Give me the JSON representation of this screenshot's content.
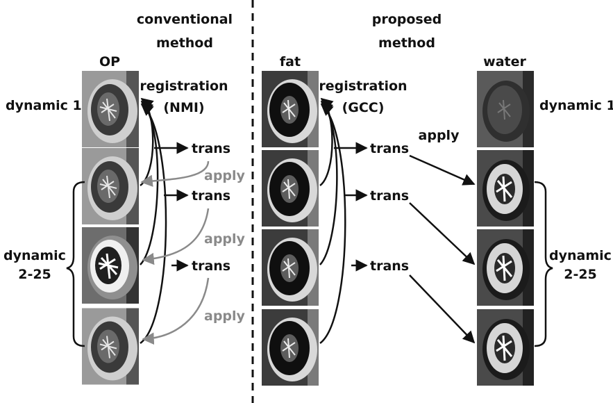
{
  "left": {
    "heading_line1": "conventional",
    "heading_line2": "method",
    "column_title": "OP",
    "registration_line1": "registration",
    "registration_line2": "(NMI)",
    "dynamic1_label": "dynamic 1",
    "dynamic_range_line1": "dynamic",
    "dynamic_range_line2": "2-25",
    "trans_label": "trans",
    "apply_label": "apply"
  },
  "right": {
    "heading_line1": "proposed",
    "heading_line2": "method",
    "fat_title": "fat",
    "water_title": "water",
    "registration_line1": "registration",
    "registration_line2": "(GCC)",
    "apply_label": "apply",
    "trans_label": "trans",
    "dynamic1_label": "dynamic 1",
    "dynamic_range_line1": "dynamic",
    "dynamic_range_line2": "2-25"
  },
  "colors": {
    "text": "#111111",
    "apply_grey": "#8a8a8a",
    "divider": "#111111"
  }
}
